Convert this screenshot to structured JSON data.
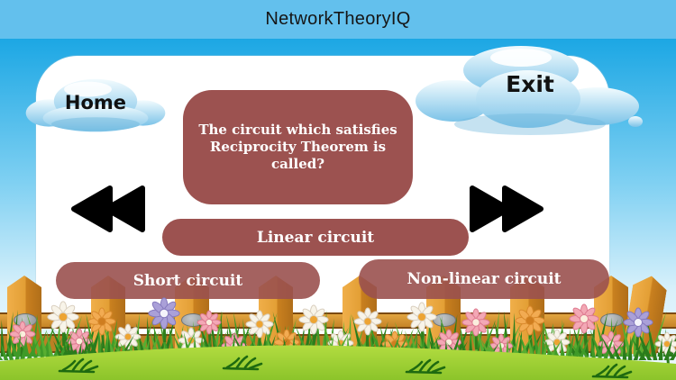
{
  "header": {
    "title": "NetworkTheoryIQ"
  },
  "nav": {
    "home_label": "Home",
    "exit_label": "Exit",
    "prev_icon": "rewind-icon",
    "next_icon": "fast-forward-icon",
    "cloud_icon": "cloud-icon"
  },
  "question": {
    "line1": "The circuit which satisfies",
    "line2": "Reciprocity Theorem is called?"
  },
  "answers": [
    {
      "label": "Linear circuit"
    },
    {
      "label": "Short circuit"
    },
    {
      "label": "Non-linear circuit"
    }
  ],
  "colors": {
    "header_bar": "#63c0ed",
    "sky_top": "#1ca7e4",
    "sky_bottom": "#eef9fe",
    "panel": "#ffffff",
    "accent": "#9c5250",
    "accent_translucent": "rgba(154,81,79,0.9)",
    "cloud_light": "#f2fbfe",
    "cloud_mid": "#a8dbf4",
    "cloud_deep": "#7cc3e8",
    "fence": "#e39f35",
    "grass": "#3f9a28",
    "mound": "#9ed130"
  }
}
